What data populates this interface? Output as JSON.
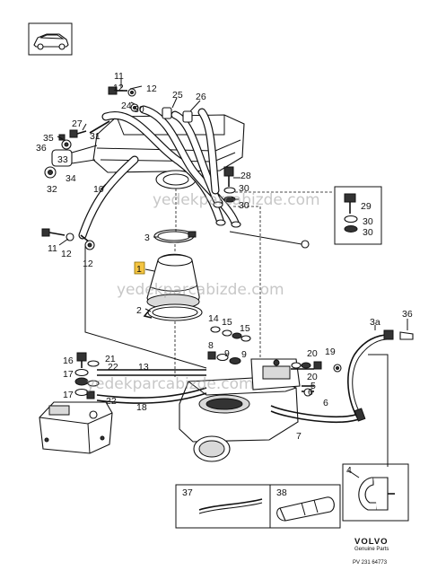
{
  "brand": {
    "name": "VOLVO",
    "subtitle": "Genuine Parts",
    "ref": "PV 231 64773"
  },
  "watermark": {
    "text": "yedekparcabizde.com"
  },
  "labels": {
    "n1": "1",
    "n2": "2",
    "n3": "3",
    "n3a": "3a",
    "n4": "4",
    "n5": "5",
    "n6": "6",
    "n6b": "6",
    "n7": "7",
    "n8": "8",
    "n9": "9",
    "n9b": "9",
    "n10": "10",
    "n11a": "11",
    "n11b": "11",
    "n12a": "12",
    "n12b": "12",
    "n12c": "12",
    "n12d": "12",
    "n13": "13",
    "n14": "14",
    "n15a": "15",
    "n15b": "15",
    "n16": "16",
    "n17a": "17",
    "n17b": "17",
    "n18": "18",
    "n19": "19",
    "n20a": "20",
    "n20b": "20",
    "n21": "21",
    "n22a": "22",
    "n22b": "22",
    "n24": "24",
    "n25": "25",
    "n26": "26",
    "n27": "27",
    "n28": "28",
    "n29": "29",
    "n30a": "30",
    "n30b": "30",
    "n30c": "30",
    "n30d": "30",
    "n31": "31",
    "n32": "32",
    "n33": "33",
    "n34": "34",
    "n35": "35",
    "n36a": "36",
    "n36b": "36",
    "n37": "37",
    "n38": "38"
  }
}
